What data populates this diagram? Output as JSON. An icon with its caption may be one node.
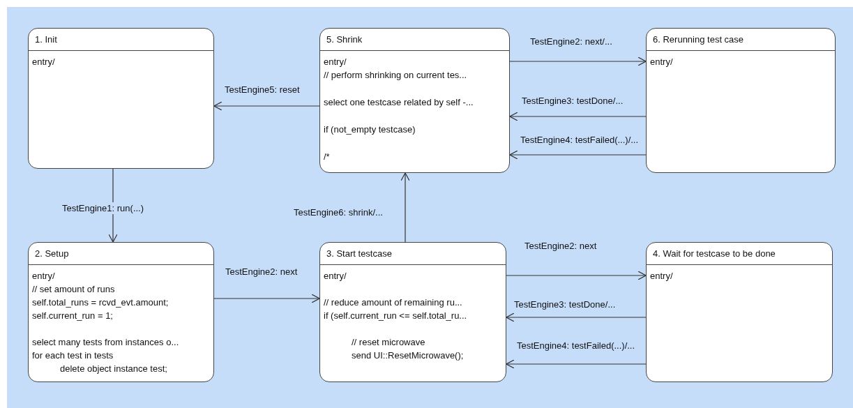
{
  "diagram": {
    "nodes": [
      {
        "text": [
          "1. Init",
          "entry/"
        ]
      },
      {
        "text": [
          "2. Setup",
          "entry/",
          "// set amount of runs",
          "self.total_runs = rcvd_evt.amount;",
          "self.current_run = 1;",
          "select many tests from instances o...",
          "for each test in tests",
          "delete object instance test;"
        ]
      },
      {
        "text": [
          "3. Start testcase",
          "entry/",
          "// reduce amount of remaining ru...",
          "if (self.current_run <= self.total_ru...",
          "// reset microwave",
          "send UI::ResetMicrowave();"
        ]
      },
      {
        "text": [
          "4. Wait for testcase to be done",
          "entry/"
        ]
      },
      {
        "text": [
          "5. Shrink",
          "entry/",
          "// perform shrinking on current tes...",
          "select one testcase related by self -...",
          "if (not_empty testcase)",
          "/*"
        ]
      },
      {
        "text": [
          "6. Rerunning test case",
          "entry/"
        ]
      }
    ],
    "edges": [
      {
        "from": 0,
        "to": 1,
        "arrow": "to",
        "label": "TestEngine1: run(...)"
      },
      {
        "from": 1,
        "to": 2,
        "arrow": "to",
        "label": "TestEngine2: next"
      },
      {
        "from": 2,
        "to": 4,
        "arrow": "to",
        "label": "TestEngine6: shrink/..."
      },
      {
        "from": 2,
        "to": 3,
        "arrow": "to",
        "label": "TestEngine2: next"
      },
      {
        "from": 3,
        "to": 2,
        "arrow": "to",
        "label": "TestEngine3: testDone/..."
      },
      {
        "from": 3,
        "to": 2,
        "arrow": "to",
        "label": "TestEngine4: testFailed(...)/..."
      },
      {
        "from": 4,
        "to": 0,
        "arrow": "to",
        "label": "TestEngine5: reset"
      },
      {
        "from": 4,
        "to": 5,
        "arrow": "to",
        "label": "TestEngine2: next/..."
      },
      {
        "from": 5,
        "to": 4,
        "arrow": "to",
        "label": "TestEngine3: testDone/..."
      },
      {
        "from": 5,
        "to": 4,
        "arrow": "to",
        "label": "TestEngine4: testFailed(...)/..."
      }
    ]
  }
}
